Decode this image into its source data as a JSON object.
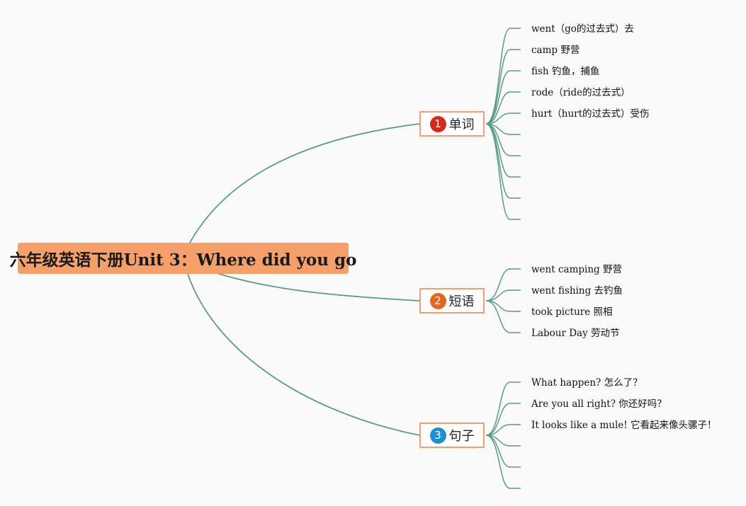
{
  "title": "六年级英语下册Unit 3：Where did you go",
  "colors": {
    "root_fill": "#f5a06a",
    "branch_border": "#f0a070",
    "line": "#5a9a86",
    "badge_1": "#d42a1c",
    "badge_2": "#e06820",
    "badge_3": "#1e90d0"
  },
  "branches": [
    {
      "number": "1",
      "label": "单词",
      "items": [
        "went（go的过去式）去",
        "camp 野营",
        "fish 钓鱼，捕鱼",
        "rode（ride的过去式）",
        "hurt（hurt的过去式）受伤",
        "",
        "",
        "",
        "",
        ""
      ]
    },
    {
      "number": "2",
      "label": "短语",
      "items": [
        "went camping 野营",
        "went fishing 去钓鱼",
        "took picture 照相",
        "Labour Day 劳动节"
      ]
    },
    {
      "number": "3",
      "label": "句子",
      "items": [
        "What happen? 怎么了？",
        "Are you all right? 你还好吗？",
        "It looks like a mule! 它看起来像头骡子！",
        "",
        "",
        ""
      ]
    }
  ]
}
